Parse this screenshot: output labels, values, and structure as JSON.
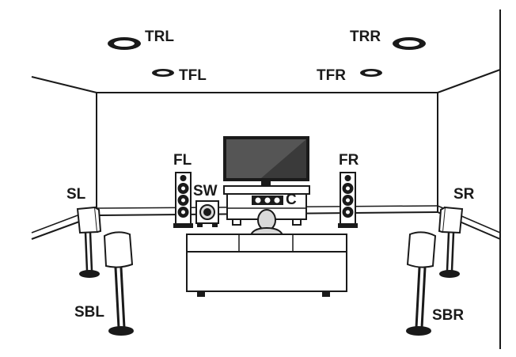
{
  "speakers": {
    "trl": "TRL",
    "trr": "TRR",
    "tfl": "TFL",
    "tfr": "TFR",
    "fl": "FL",
    "fr": "FR",
    "sw": "SW",
    "c": "C",
    "sl": "SL",
    "sr": "SR",
    "sbl": "SBL",
    "sbr": "SBR"
  },
  "colors": {
    "line": "#1a1a1a",
    "fill": "#ffffff",
    "shade": "#d9d9d9",
    "screen": "#3a3a3a"
  }
}
